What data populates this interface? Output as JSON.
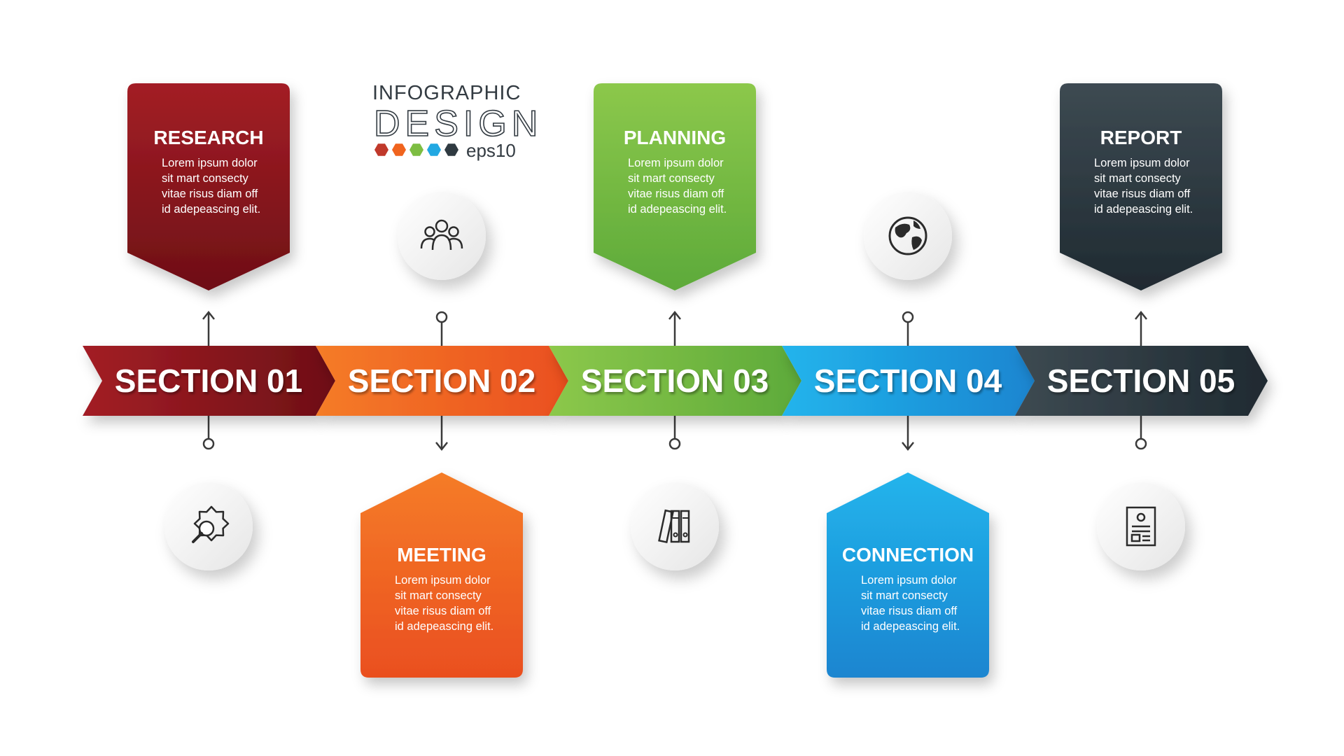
{
  "logo": {
    "line1": "INFOGRAPHIC",
    "line2": "DESIGN",
    "eps": "eps10",
    "dots": [
      "#c0392b",
      "#f0641e",
      "#7dbd42",
      "#22a8e2",
      "#2f3a41"
    ]
  },
  "sections": [
    {
      "label": "SECTION 01",
      "title": "RESEARCH",
      "text": [
        "Lorem ipsum dolor",
        "sit mart consecty",
        "vitae risus diam off",
        "id adepeascing elit."
      ],
      "card_position": "top",
      "icon": "gear-search-icon",
      "color_light": "#a31e25",
      "color_dark": "#6e0f16"
    },
    {
      "label": "SECTION 02",
      "title": "MEETING",
      "text": [
        "Lorem ipsum dolor",
        "sit mart consecty",
        "vitae risus diam off",
        "id adepeascing elit."
      ],
      "card_position": "bottom",
      "icon": "team-icon",
      "color_light": "#f57c28",
      "color_dark": "#ea4f1f"
    },
    {
      "label": "SECTION 03",
      "title": "PLANNING",
      "text": [
        "Lorem ipsum dolor",
        "sit mart consecty",
        "vitae risus diam off",
        "id adepeascing elit."
      ],
      "card_position": "top",
      "icon": "binders-icon",
      "color_light": "#8cc84b",
      "color_dark": "#5daa3a"
    },
    {
      "label": "SECTION 04",
      "title": "CONNECTION",
      "text": [
        "Lorem ipsum dolor",
        "sit mart consecty",
        "vitae risus diam off",
        "id adepeascing elit."
      ],
      "card_position": "bottom",
      "icon": "globe-icon",
      "color_light": "#22b4ec",
      "color_dark": "#1a85d0"
    },
    {
      "label": "SECTION 05",
      "title": "REPORT",
      "text": [
        "Lorem ipsum dolor",
        "sit mart consecty",
        "vitae risus diam off",
        "id adepeascing elit."
      ],
      "card_position": "top",
      "icon": "report-document-icon",
      "color_light": "#3d4a52",
      "color_dark": "#1f2a31"
    }
  ]
}
